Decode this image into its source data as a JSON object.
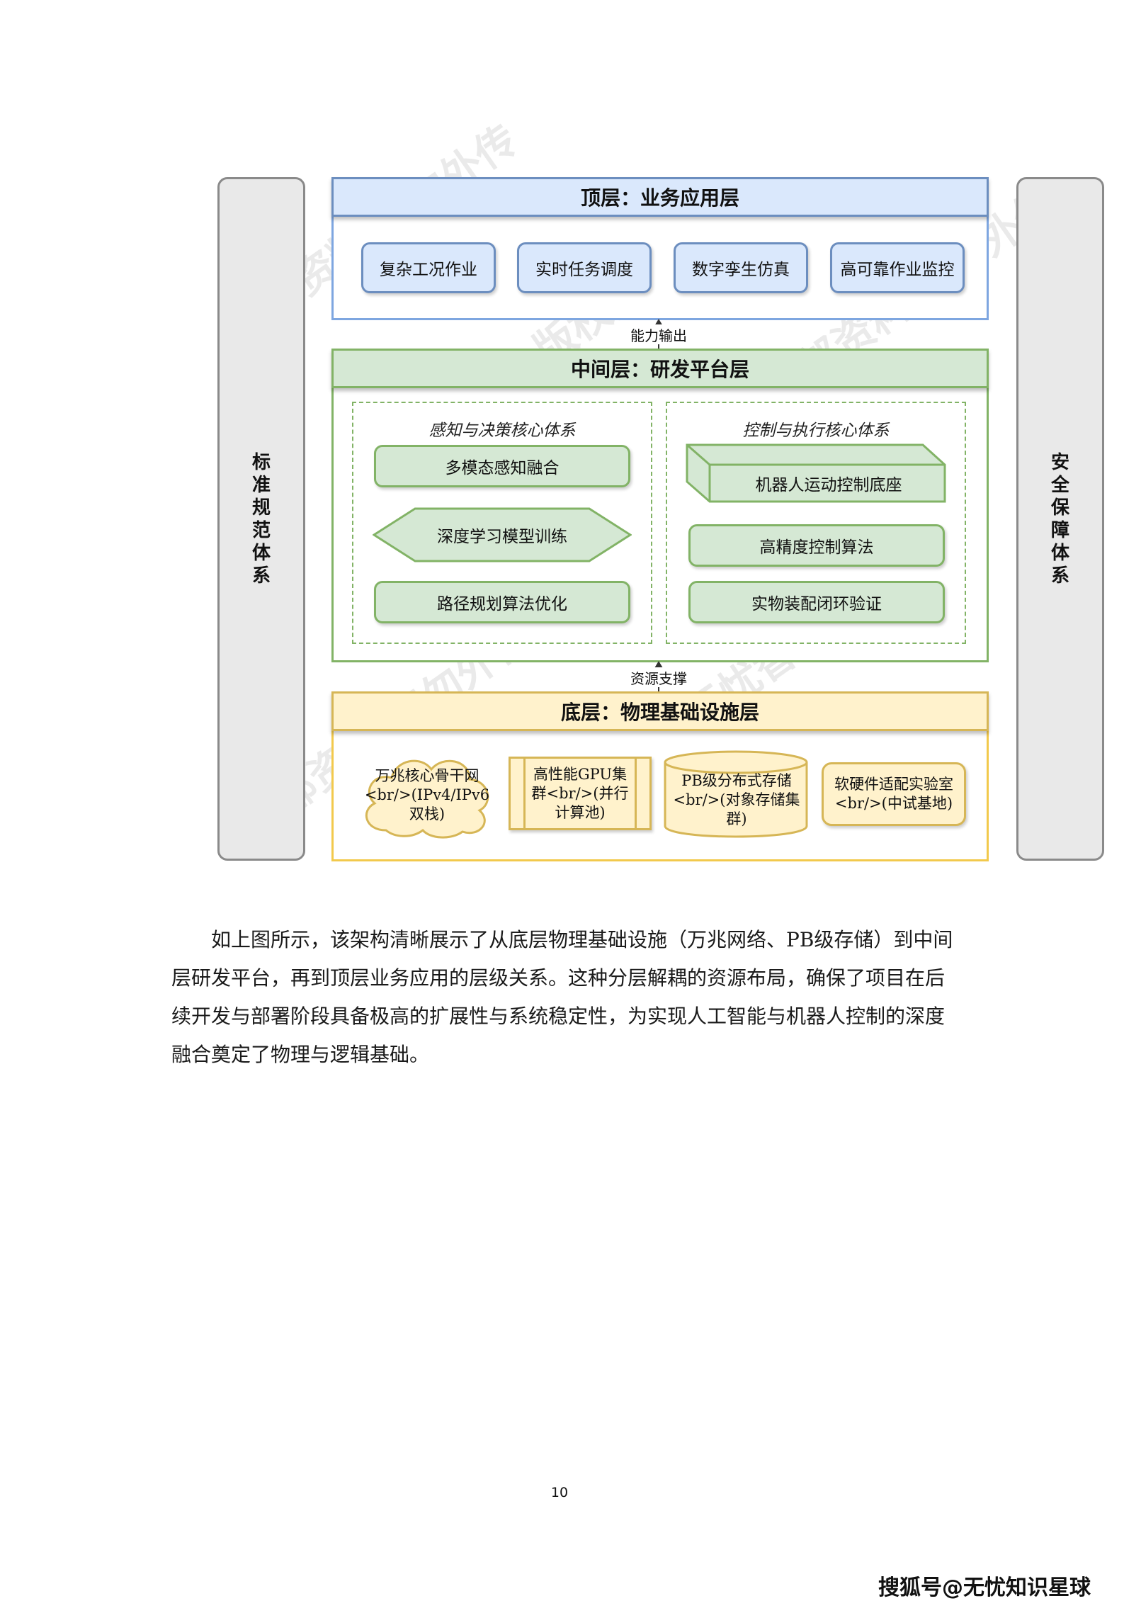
{
  "diagram": {
    "left_pillar": "标准规范体系",
    "right_pillar": "安全保障体系",
    "top": {
      "header": "顶层：业务应用层",
      "items": [
        "复杂工况作业",
        "实时任务调度",
        "数字孪生仿真",
        "高可靠作业监控"
      ]
    },
    "connector_top": "能力输出",
    "middle": {
      "header": "中间层：研发平台层",
      "left_group": {
        "title": "感知与决策核心体系",
        "items": [
          "多模态感知融合",
          "深度学习模型训练",
          "路径规划算法优化"
        ]
      },
      "right_group": {
        "title": "控制与执行核心体系",
        "items": [
          "机器人运动控制底座",
          "高精度控制算法",
          "实物装配闭环验证"
        ]
      }
    },
    "connector_bottom": "资源支撑",
    "bottom": {
      "header": "底层：物理基础设施层",
      "items": [
        "万兆核心骨干网<br/>(IPv4/IPv6双栈)",
        "高性能GPU集群<br/>(并行计算池)",
        "PB级分布式存储<br/>(对象存储集群)",
        "软硬件适配实验室<br/>(中试基地)"
      ]
    },
    "watermarks": [
      "内部资料 请勿外传",
      "©无忧智库 版权所有"
    ]
  },
  "paragraph": "如上图所示，该架构清晰展示了从底层物理基础设施（万兆网络、PB级存储）到中间层研发平台，再到顶层业务应用的层级关系。这种分层解耦的资源布局，确保了项目在后续开发与部署阶段具备极高的扩展性与系统稳定性，为实现人工智能与机器人控制的深度融合奠定了物理与逻辑基础。",
  "page_number": "10",
  "footer": "搜狐号@无忧知识星球"
}
